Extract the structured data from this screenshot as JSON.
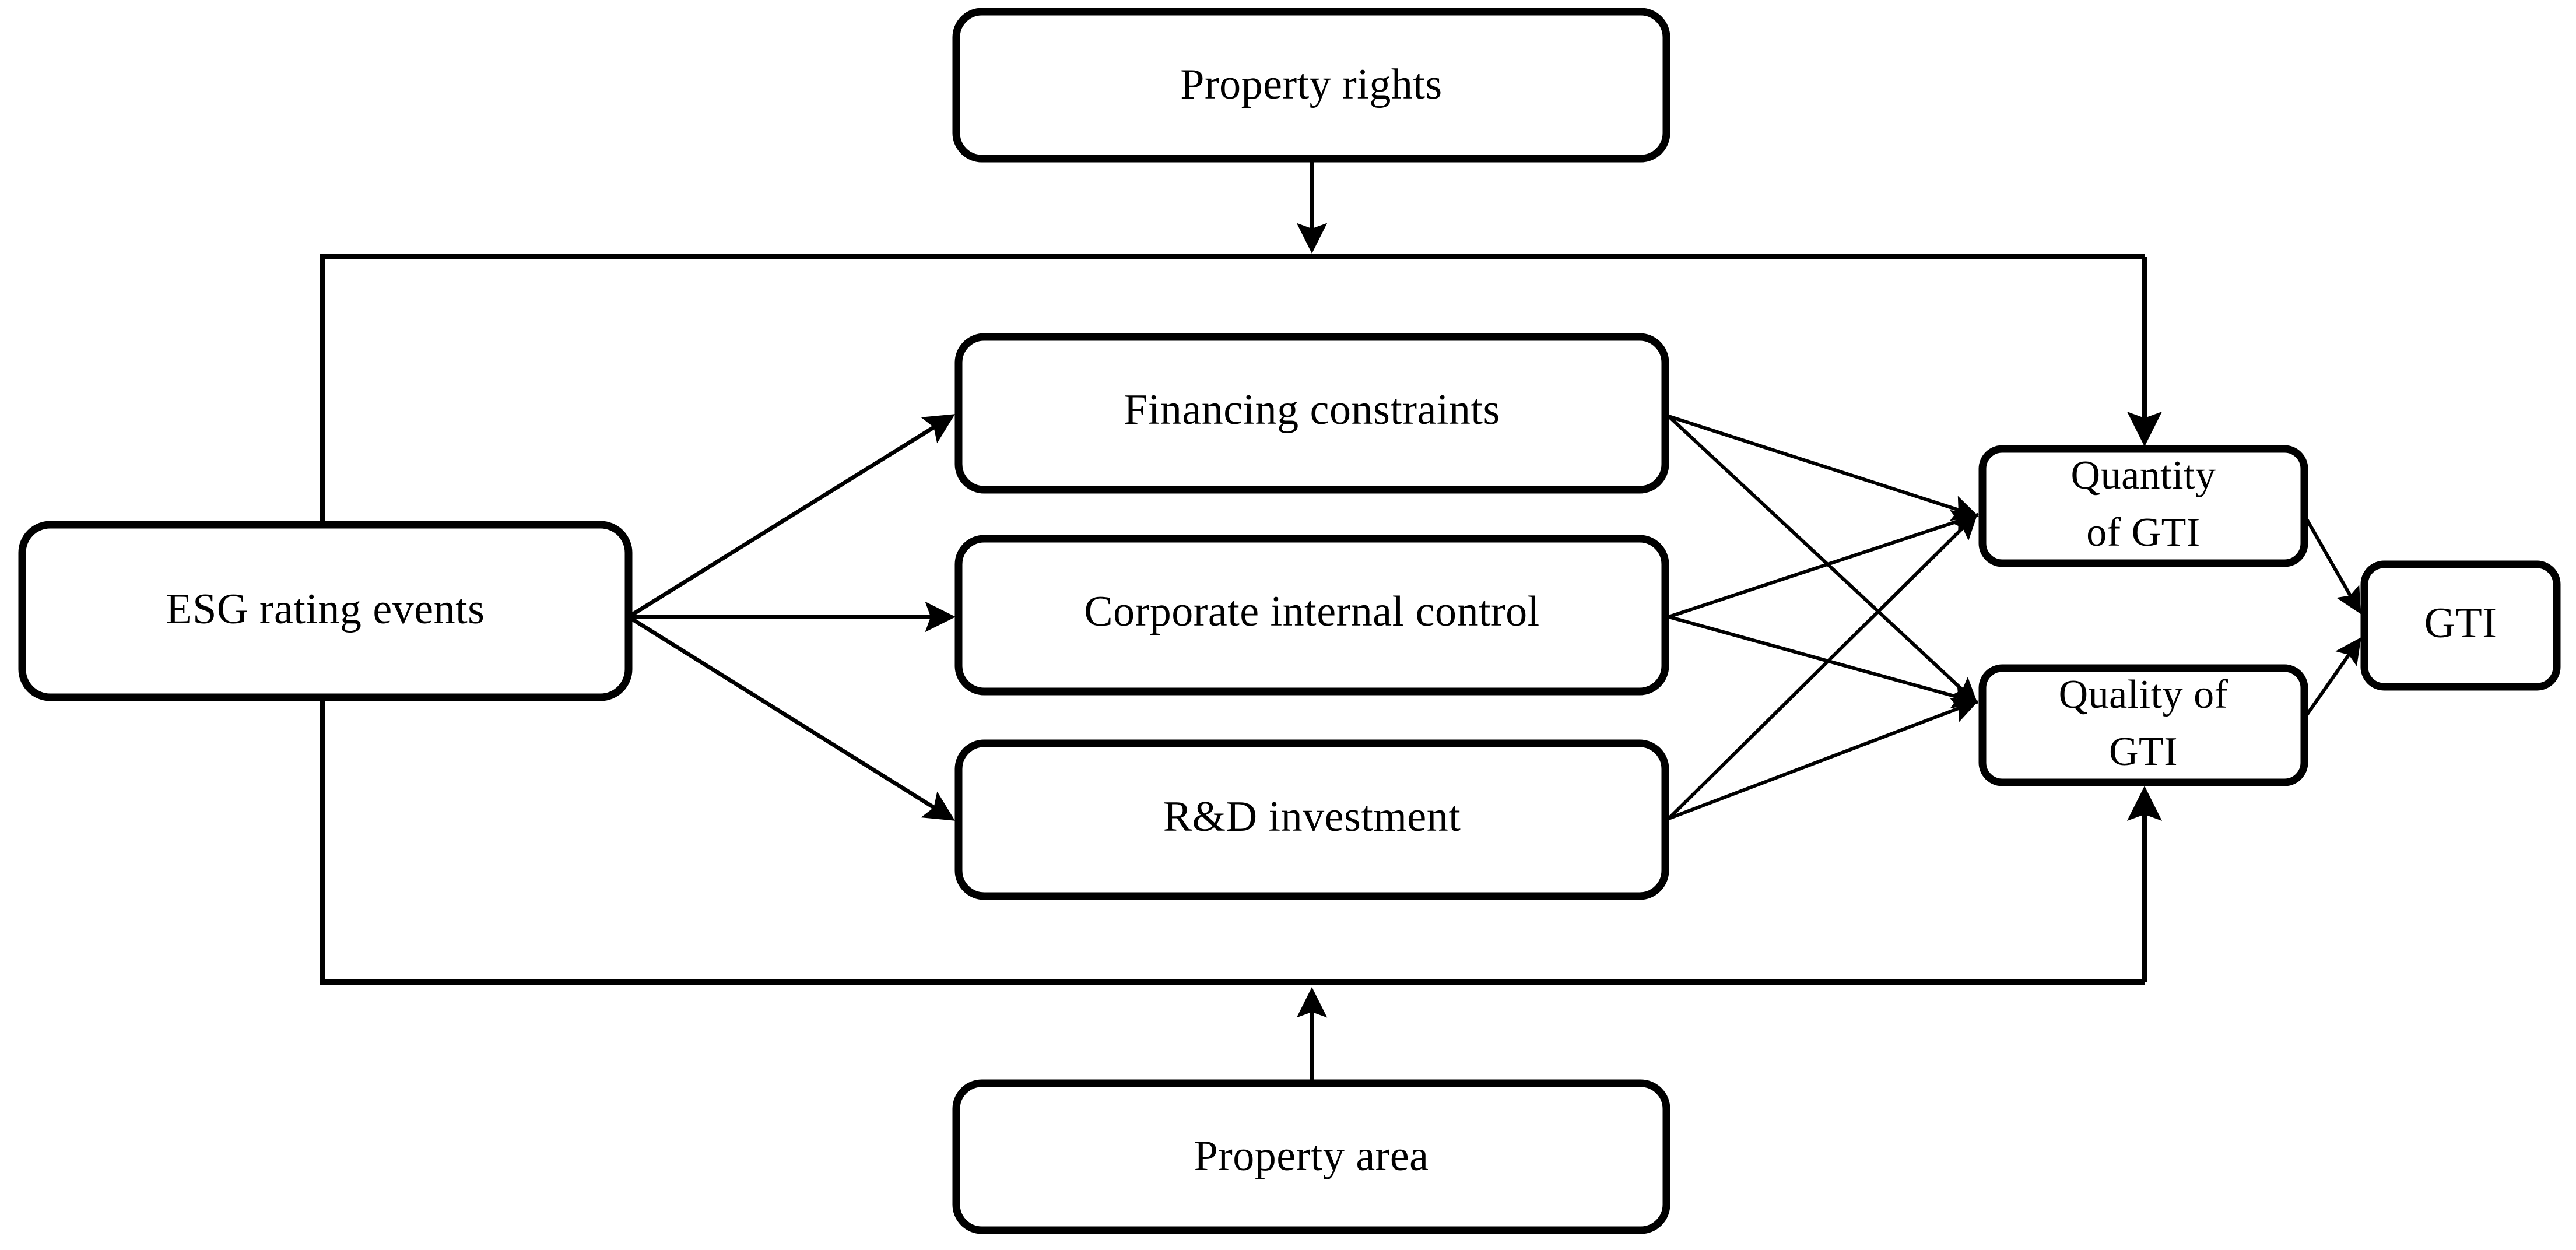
{
  "diagram": {
    "title": "ESG rating events influence mechanism on green technology innovation",
    "type": "flow-diagram",
    "background_color": "#ffffff",
    "line_color": "#000000",
    "nodes": [
      {
        "id": "property-rights",
        "label": "Property rights",
        "lines": [
          "Property rights"
        ]
      },
      {
        "id": "esg-rating-events",
        "label": "ESG rating events",
        "lines": [
          "ESG rating events"
        ]
      },
      {
        "id": "financing-constraints",
        "label": "Financing constraints",
        "lines": [
          "Financing constraints"
        ]
      },
      {
        "id": "corporate-internal-control",
        "label": "Corporate internal control",
        "lines": [
          "Corporate internal control"
        ]
      },
      {
        "id": "rd-investment",
        "label": "R&D investment",
        "lines": [
          "R&D investment"
        ]
      },
      {
        "id": "quantity-of-gti",
        "label": "Quantity of GTI",
        "lines": [
          "Quantity",
          "of GTI"
        ]
      },
      {
        "id": "quality-of-gti",
        "label": "Quality of GTI",
        "lines": [
          "Quality of",
          "GTI"
        ]
      },
      {
        "id": "gti",
        "label": "GTI",
        "lines": [
          "GTI"
        ]
      },
      {
        "id": "property-area",
        "label": "Property area",
        "lines": [
          "Property area"
        ]
      }
    ],
    "edges": [
      {
        "from": "property-rights",
        "to": "moderation-frame-top",
        "kind": "moderator-arrow"
      },
      {
        "from": "property-area",
        "to": "moderation-frame-bottom",
        "kind": "moderator-arrow"
      },
      {
        "from": "esg-rating-events",
        "to": "financing-constraints",
        "kind": "arrow"
      },
      {
        "from": "esg-rating-events",
        "to": "corporate-internal-control",
        "kind": "arrow"
      },
      {
        "from": "esg-rating-events",
        "to": "rd-investment",
        "kind": "arrow"
      },
      {
        "from": "financing-constraints",
        "to": "quantity-of-gti",
        "kind": "arrow"
      },
      {
        "from": "financing-constraints",
        "to": "quality-of-gti",
        "kind": "arrow"
      },
      {
        "from": "corporate-internal-control",
        "to": "quantity-of-gti",
        "kind": "arrow"
      },
      {
        "from": "corporate-internal-control",
        "to": "quality-of-gti",
        "kind": "arrow"
      },
      {
        "from": "rd-investment",
        "to": "quantity-of-gti",
        "kind": "arrow"
      },
      {
        "from": "rd-investment",
        "to": "quality-of-gti",
        "kind": "arrow"
      },
      {
        "from": "quantity-of-gti",
        "to": "gti",
        "kind": "arrow"
      },
      {
        "from": "quality-of-gti",
        "to": "gti",
        "kind": "arrow"
      },
      {
        "from": "moderation-frame",
        "to": "quantity-of-gti",
        "kind": "arrow"
      },
      {
        "from": "moderation-frame",
        "to": "quality-of-gti",
        "kind": "arrow"
      }
    ]
  }
}
